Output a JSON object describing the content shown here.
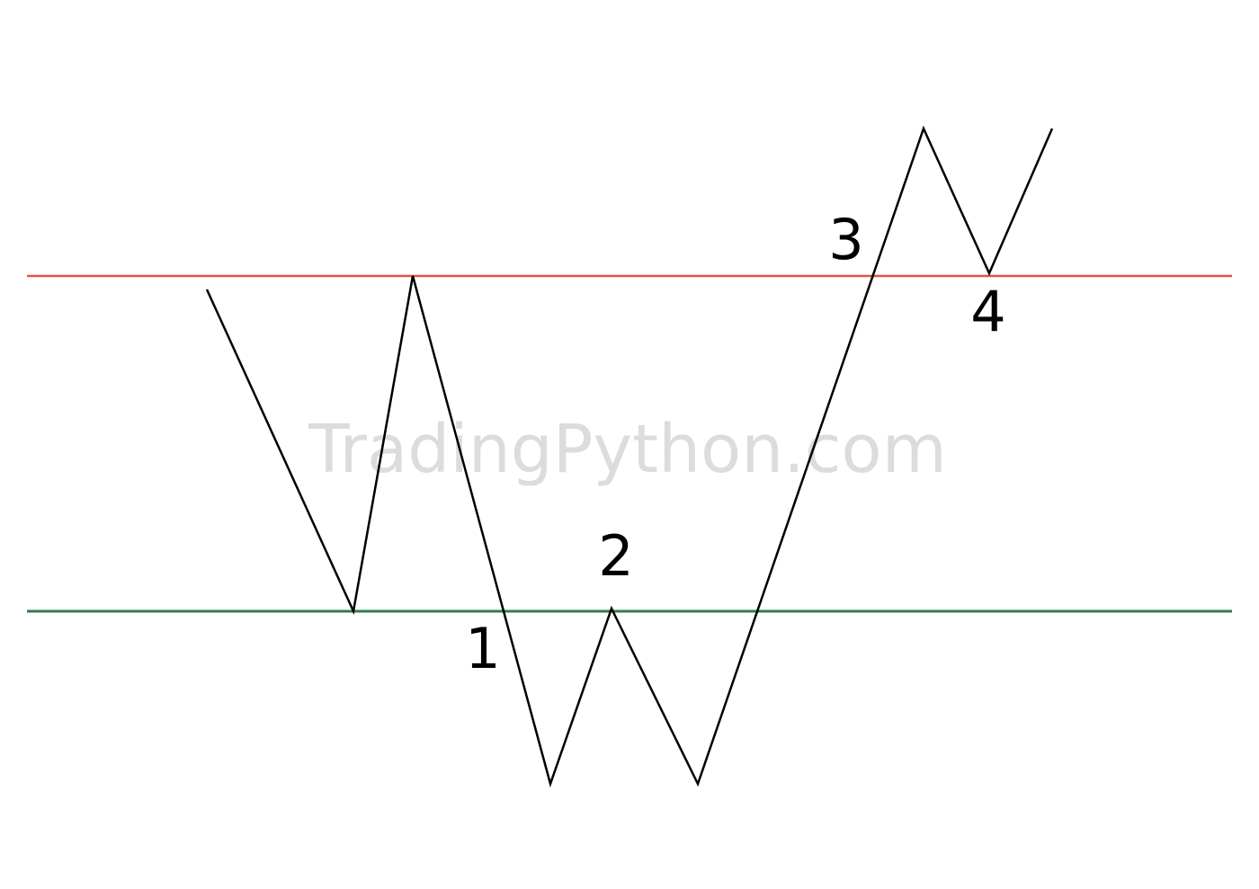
{
  "watermark": {
    "text": "TradingPython.com",
    "color": "#dcdcdc"
  },
  "levels": {
    "resistance_color": "#e0524f",
    "support_color": "#2e7d4f"
  },
  "price_path_color": "#000000",
  "labels": [
    "1",
    "2",
    "3",
    "4"
  ],
  "label_color": "#000000"
}
